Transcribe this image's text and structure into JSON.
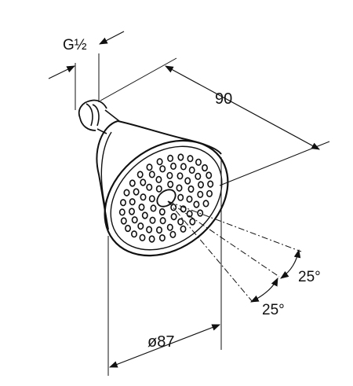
{
  "drawing": {
    "thread_label": "G½",
    "length_label": "90",
    "diameter_label": "ø87",
    "angle_label_upper": "25°",
    "angle_label_lower": "25°"
  },
  "colors": {
    "line": "#111111",
    "background": "#ffffff"
  }
}
